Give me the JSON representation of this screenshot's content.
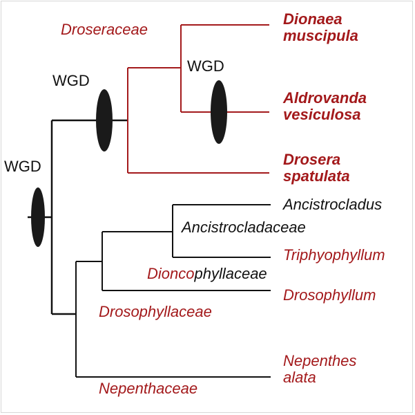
{
  "figure": {
    "wgd_events": [
      "WGD",
      "WGD",
      "WGD"
    ],
    "families": {
      "droseraceae": "Droseraceae",
      "ancistrocladaceae": "Ancistrocladaceae",
      "dioncophyllaceae_part1": "Dionco",
      "dioncophyllaceae_part2": "phyllaceae",
      "drosophyllaceae": "Drosophyllaceae",
      "nepenthaceae": "Nepenthaceae"
    },
    "species": {
      "dionaea_1": "Dionaea",
      "dionaea_2": "muscipula",
      "aldrovanda_1": "Aldrovanda",
      "aldrovanda_2": "vesiculosa",
      "drosera_1": "Drosera",
      "drosera_2": "spatulata",
      "ancistrocladus": "Ancistrocladus",
      "triphyophyllum": "Triphyophyllum",
      "drosophyllum": "Drosophyllum",
      "nepenthes_1": "Nepenthes",
      "nepenthes_2": "alata"
    },
    "colors": {
      "carnivorous_red": "#a3191b",
      "branch_black": "#111111",
      "wgd_marker": "#1a1a1a"
    }
  }
}
